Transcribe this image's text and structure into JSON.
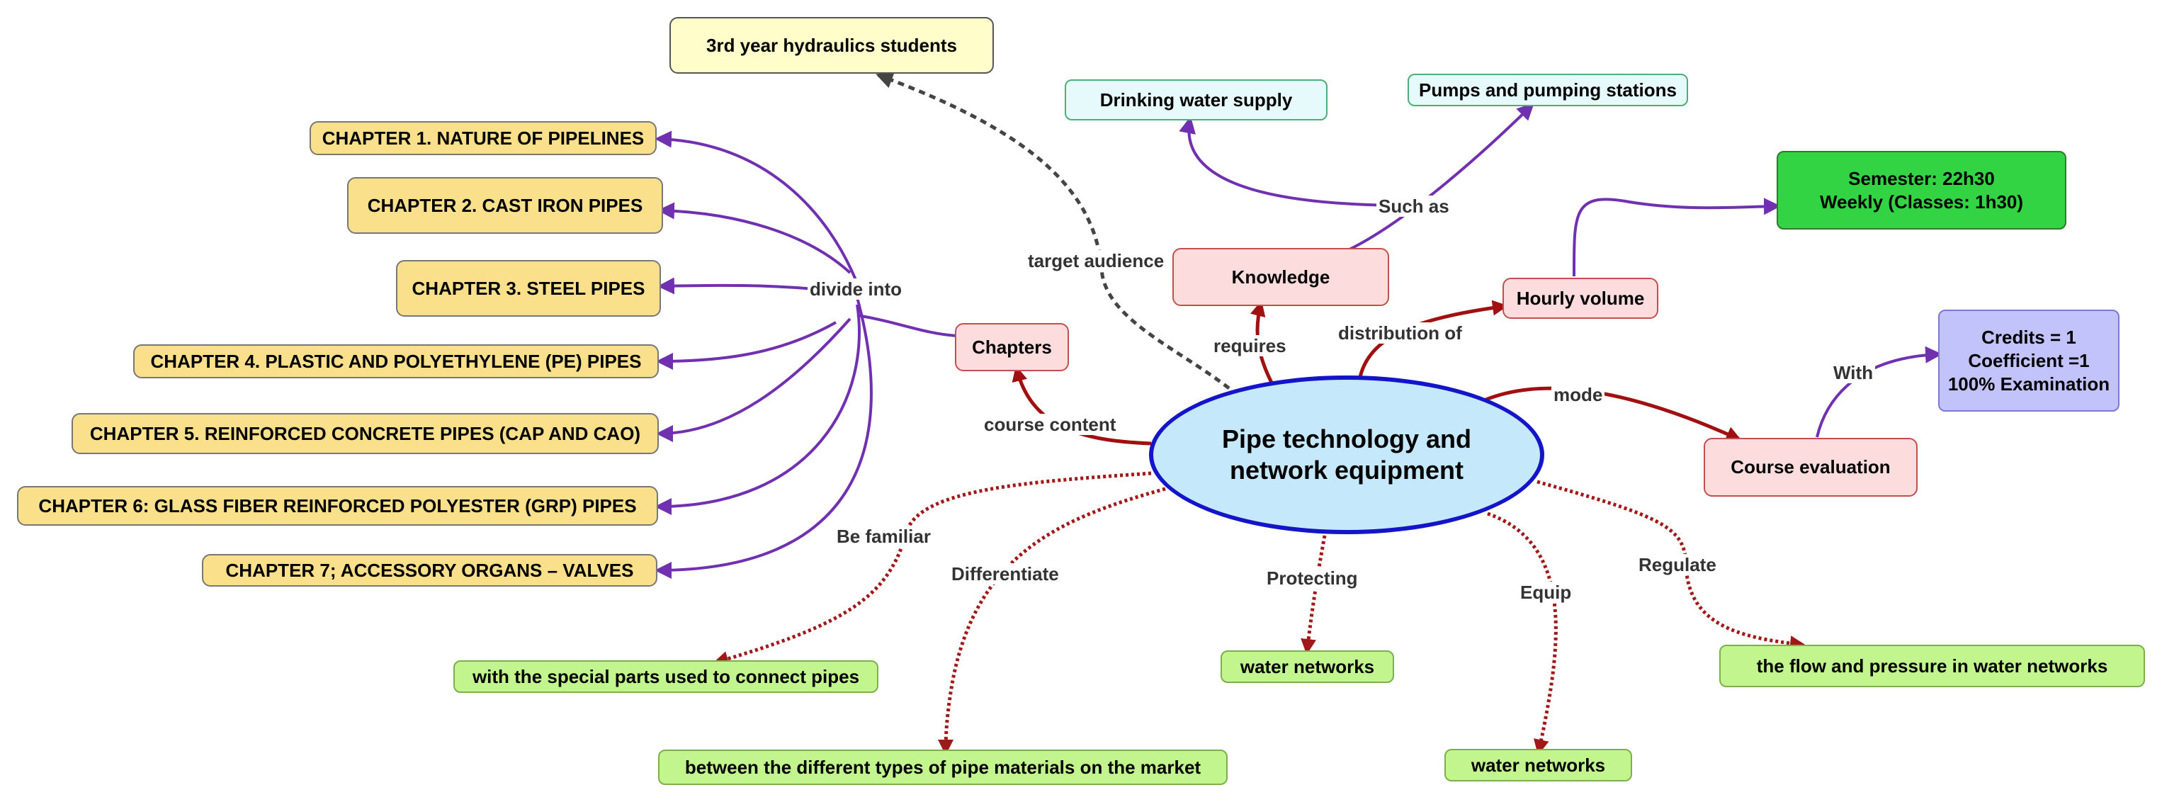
{
  "center": {
    "line1": "Pipe technology and",
    "line2": "network equipment"
  },
  "chapters": [
    "CHAPTER 1. NATURE OF PIPELINES",
    "CHAPTER 2. CAST IRON PIPES",
    "CHAPTER 3. STEEL PIPES",
    "CHAPTER 4. PLASTIC AND POLYETHYLENE (PE) PIPES",
    "CHAPTER 5. REINFORCED CONCRETE PIPES (CAP AND CAO)",
    "CHAPTER 6: GLASS FIBER REINFORCED POLYESTER (GRP) PIPES",
    "CHAPTER 7;  ACCESSORY ORGANS – VALVES"
  ],
  "nodes": {
    "audience": "3rd year hydraulics students",
    "chapters": "Chapters",
    "knowledge": "Knowledge",
    "drinking_water": "Drinking water supply",
    "pumps": "Pumps and pumping stations",
    "hourly_volume": "Hourly volume",
    "schedule": {
      "line1": "Semester: 22h30",
      "line2": "Weekly (Classes: 1h30)"
    },
    "course_evaluation": "Course evaluation",
    "credits": {
      "line1": "Credits = 1",
      "line2": "Coefficient =1",
      "line3": "100% Examination"
    },
    "special_parts": "with the special parts used to connect pipes",
    "pipe_materials": "between the different types of pipe materials on the market",
    "water_networks_1": "water networks",
    "water_networks_2": "water networks",
    "flow_pressure": "the flow and pressure in water networks"
  },
  "labels": {
    "divide_into": "divide into",
    "target_audience": "target audience",
    "requires": "requires",
    "such_as": "Such as",
    "distribution_of": "distribution of",
    "mode": "mode",
    "with": "With",
    "course_content": "course content",
    "be_familiar": "Be familiar",
    "differentiate": "Differentiate",
    "protecting": "Protecting",
    "equip": "Equip",
    "regulate": "Regulate"
  },
  "colors": {
    "purple_link": "#7030b0",
    "red_link": "#a01010",
    "dotted_red_link": "#a01818",
    "dotted_black_link": "#444444",
    "center_border": "#1414c8"
  }
}
